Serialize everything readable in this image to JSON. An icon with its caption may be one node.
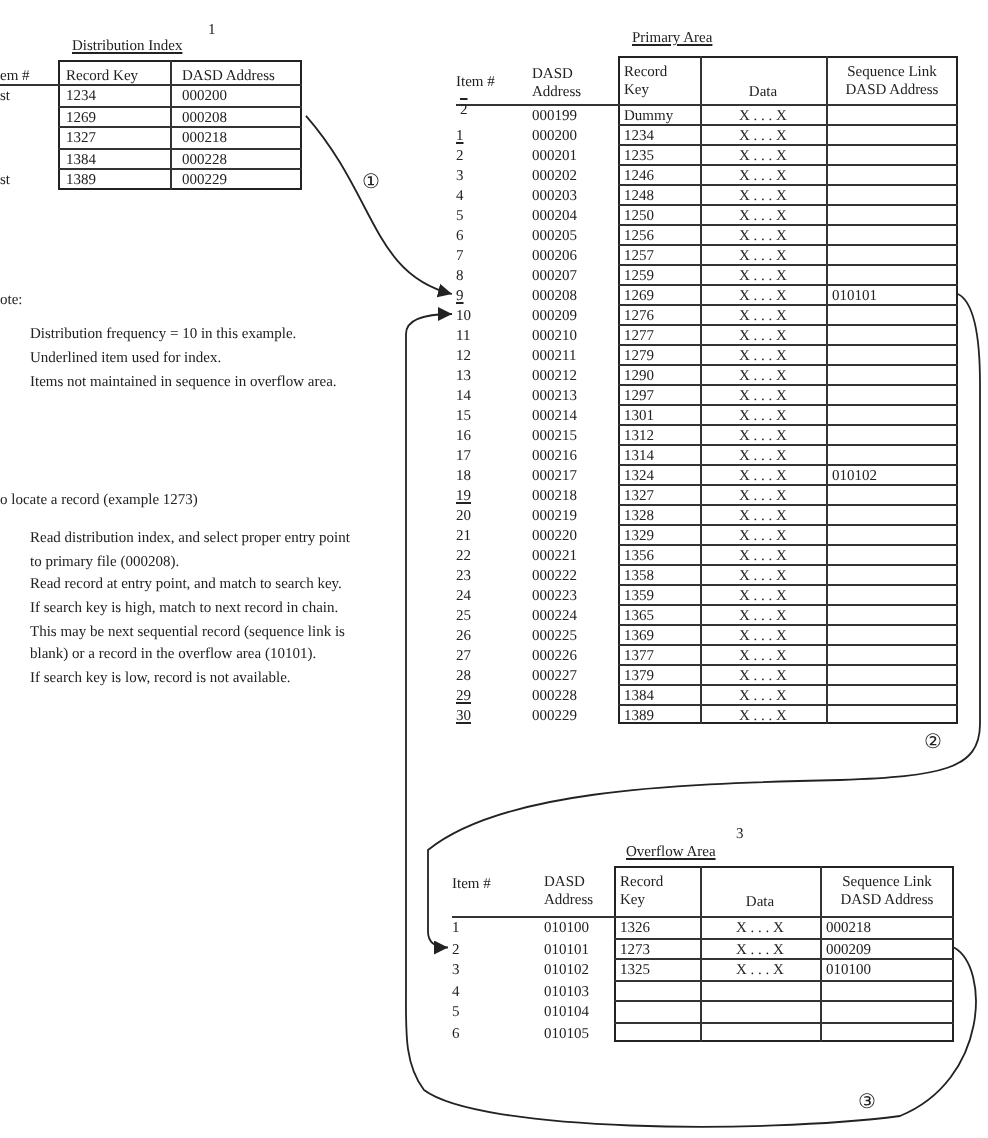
{
  "diagram": {
    "nodes": [
      {
        "text": [
          "1269",
          "000208"
        ]
      },
      {
        "text": [
          "9",
          "000208",
          "1269",
          "X . . . X",
          "010101"
        ]
      },
      {
        "text": [
          "10",
          "000209",
          "1276",
          "X . . . X"
        ]
      },
      {
        "text": [
          "2",
          "010101",
          "1273",
          "X . . . X",
          "000209"
        ]
      }
    ],
    "edges": [
      {
        "from": 0,
        "to": 1,
        "arrow": "to",
        "label": "①"
      },
      {
        "from": 1,
        "to": 3,
        "arrow": "to",
        "label": "②"
      },
      {
        "from": 3,
        "to": 2,
        "arrow": "to",
        "label": "③"
      }
    ],
    "labels": [
      "Distribution Index",
      "1",
      "em #",
      "Record Key",
      "DASD Address",
      "st",
      "1234",
      "000200",
      "1327",
      "000218",
      "1384",
      "000228",
      "st",
      "1389",
      "000229",
      "ote:",
      "Distribution frequency = 10 in this example.",
      "Underlined item used for index.",
      "Items not maintained in sequence in overflow area.",
      "o locate a record (example 1273)",
      "Read distribution index, and select proper entry point to primary file (000208).",
      "Read record at entry point, and match to search key.",
      "If search key is high, match to next record in chain. This may be next sequential record (sequence link is blank) or a record in the overflow area (10101).",
      "If search key is low, record is not available.",
      "Primary Area",
      "Item #",
      "DASD Address",
      "Record Key",
      "Data",
      "Sequence Link DASD Address",
      "2",
      "000199",
      "Dummy",
      "X . . . X",
      "1",
      "000200",
      "1234",
      "X . . . X",
      "2",
      "000201",
      "1235",
      "X . . . X",
      "3",
      "000202",
      "1246",
      "X . . . X",
      "4",
      "000203",
      "1248",
      "X . . . X",
      "5",
      "000204",
      "1250",
      "X . . . X",
      "6",
      "000205",
      "1256",
      "X . . . X",
      "7",
      "000206",
      "1257",
      "X . . . X",
      "8",
      "000207",
      "1259",
      "X . . . X",
      "11",
      "000210",
      "1277",
      "X . . . X",
      "12",
      "000211",
      "1279",
      "X . . . X",
      "13",
      "000212",
      "1290",
      "X . . . X",
      "14",
      "000213",
      "1297",
      "X . . . X",
      "15",
      "000214",
      "1301",
      "X . . . X",
      "16",
      "000215",
      "1312",
      "X . . . X",
      "17",
      "000216",
      "1314",
      "X . . . X",
      "18",
      "000217",
      "1324",
      "X . . . X",
      "010102",
      "19",
      "000218",
      "1327",
      "X . . . X",
      "20",
      "000219",
      "1328",
      "X . . . X",
      "21",
      "000220",
      "1329",
      "X . . . X",
      "22",
      "000221",
      "1356",
      "X . . . X",
      "23",
      "000222",
      "1358",
      "X . . . X",
      "24",
      "000223",
      "1359",
      "X . . . X",
      "25",
      "000224",
      "1365",
      "X . . . X",
      "26",
      "000225",
      "1369",
      "X . . . X",
      "27",
      "000226",
      "1377",
      "X . . . X",
      "28",
      "000227",
      "1379",
      "X . . . X",
      "29",
      "000228",
      "1384",
      "X . . . X",
      "30",
      "000229",
      "1389",
      "X . . . X",
      "Overflow Area",
      "3",
      "Item #",
      "DASD Address",
      "Record Key",
      "Data",
      "Sequence Link DASD Address",
      "1",
      "010100",
      "1326",
      "X . . . X",
      "000218",
      "3",
      "010102",
      "1325",
      "X . . . X",
      "010100",
      "4",
      "010103",
      "5",
      "010104",
      "6",
      "010105"
    ]
  }
}
